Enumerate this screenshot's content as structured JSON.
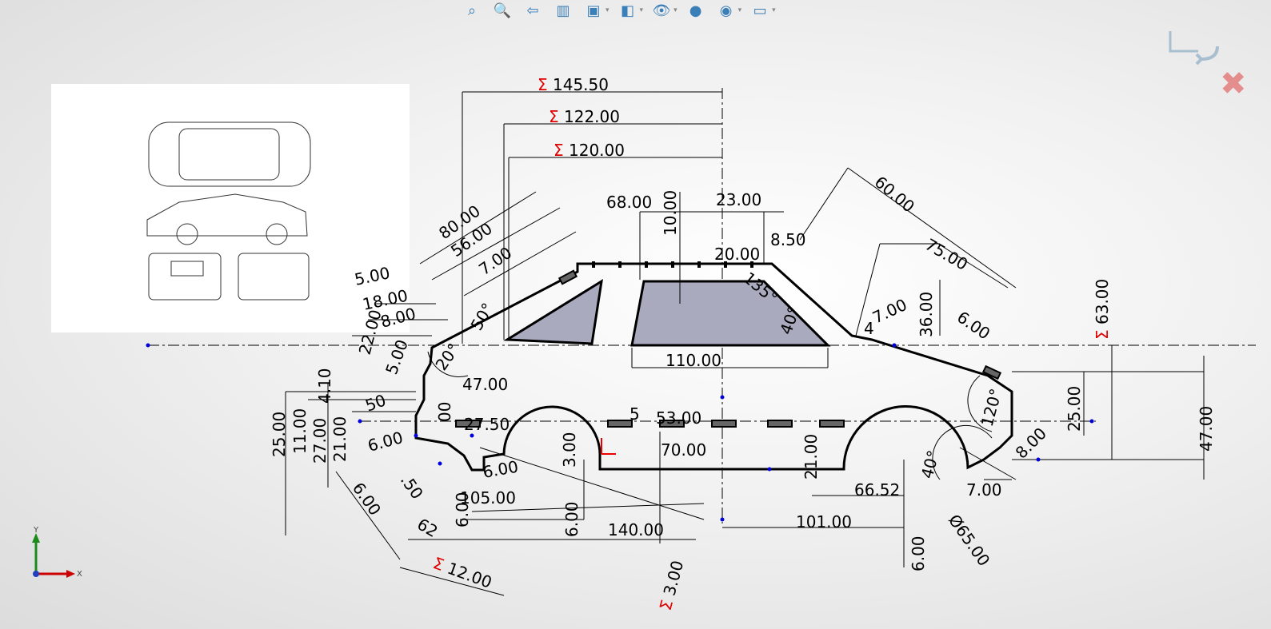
{
  "toolbar": {
    "items": [
      {
        "icon": "zoom-to-fit-icon",
        "glyph": "⌕",
        "dropdown": false
      },
      {
        "icon": "zoom-area-icon",
        "glyph": "🔍",
        "dropdown": false
      },
      {
        "icon": "previous-view-icon",
        "glyph": "⇦",
        "dropdown": false
      },
      {
        "icon": "section-view-icon",
        "glyph": "▥",
        "dropdown": false
      },
      {
        "icon": "view-orientation-icon",
        "glyph": "▣",
        "dropdown": true
      },
      {
        "icon": "display-style-icon",
        "glyph": "◧",
        "dropdown": true
      },
      {
        "icon": "hide-show-items-icon",
        "glyph": "👁",
        "dropdown": true
      },
      {
        "icon": "edit-appearance-icon",
        "glyph": "●",
        "dropdown": false
      },
      {
        "icon": "apply-scene-icon",
        "glyph": "◉",
        "dropdown": true
      },
      {
        "icon": "view-settings-icon",
        "glyph": "▭",
        "dropdown": true
      }
    ],
    "dropdown_glyph": "▾"
  },
  "confirm_corner": {
    "accept_icon": "exit-sketch-icon",
    "cancel_icon": "cancel-sketch-icon",
    "cancel_glyph": "✖"
  },
  "triad": {
    "x_label": "X",
    "y_label": "Y"
  },
  "colors": {
    "sigma": "#e00000",
    "window_fill": "#a9aabd",
    "point": "#0000dd"
  },
  "sigma": "Σ",
  "dims": [
    {
      "t": "145.50",
      "s": true
    },
    {
      "t": "122.00",
      "s": true
    },
    {
      "t": "120.00",
      "s": true
    },
    {
      "t": "80.00"
    },
    {
      "t": "56.00"
    },
    {
      "t": "7.00"
    },
    {
      "t": "5.00"
    },
    {
      "t": "18.00"
    },
    {
      "t": "8.00"
    },
    {
      "t": "22.00"
    },
    {
      "t": "5.00"
    },
    {
      "t": "20°"
    },
    {
      "t": "50°"
    },
    {
      "t": "47.00"
    },
    {
      "t": "4.10"
    },
    {
      "t": "50"
    },
    {
      "t": "00"
    },
    {
      "t": "25.00"
    },
    {
      "t": "11.00"
    },
    {
      "t": "27.00"
    },
    {
      "t": "21.00"
    },
    {
      "t": "6.00"
    },
    {
      "t": "27.50"
    },
    {
      "t": "5"
    },
    {
      "t": "53.00"
    },
    {
      "t": "3.00"
    },
    {
      "t": "70.00"
    },
    {
      "t": "21.00"
    },
    {
      "t": "6.00"
    },
    {
      "t": "105.00"
    },
    {
      "t": "6.00"
    },
    {
      "t": "6.00"
    },
    {
      "t": "140.00"
    },
    {
      "t": "6.00"
    },
    {
      "t": ".50"
    },
    {
      "t": "62"
    },
    {
      "t": "12.00",
      "s": true
    },
    {
      "t": "3.00",
      "s": true
    },
    {
      "t": "101.00"
    },
    {
      "t": "66.52"
    },
    {
      "t": "6.00"
    },
    {
      "t": "Ø65.00"
    },
    {
      "t": "7.00"
    },
    {
      "t": "8.00"
    },
    {
      "t": "40°"
    },
    {
      "t": "120°"
    },
    {
      "t": "25.00"
    },
    {
      "t": "47.00"
    },
    {
      "t": "63.00",
      "s": true
    },
    {
      "t": "6.00"
    },
    {
      "t": "7.00"
    },
    {
      "t": "4"
    },
    {
      "t": "36.00"
    },
    {
      "t": "75.00"
    },
    {
      "t": "60.00"
    },
    {
      "t": "8.50"
    },
    {
      "t": "20.00"
    },
    {
      "t": "23.00"
    },
    {
      "t": "68.00"
    },
    {
      "t": "10.00"
    },
    {
      "t": "135°"
    },
    {
      "t": "40°"
    },
    {
      "t": "110.00"
    }
  ]
}
